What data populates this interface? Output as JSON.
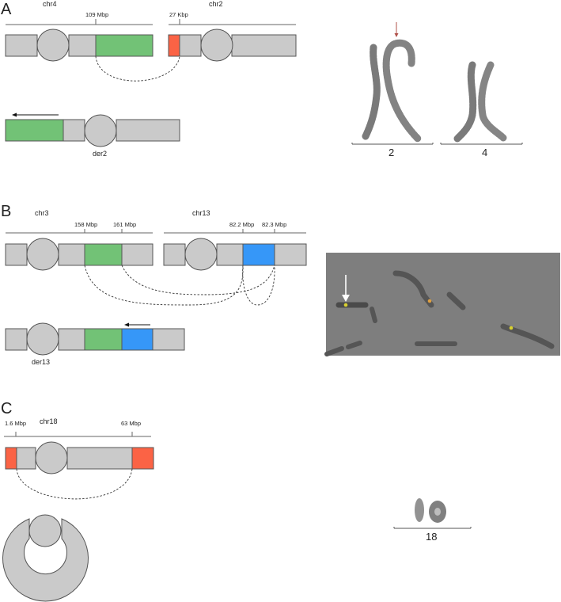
{
  "colors": {
    "segment_gray": "#cacaca",
    "green": "#72c276",
    "red": "#fb6345",
    "blue": "#3697f8",
    "fish_background": "#7e7e7e",
    "red_arrow": "#b0504a"
  },
  "panels": [
    {
      "letter": "A",
      "chromosomes": [
        {
          "name": "chr4",
          "breakpoints": [
            "109 Mbp"
          ]
        },
        {
          "name": "chr2",
          "breakpoints": [
            "27 Kbp"
          ]
        }
      ],
      "derivative": {
        "name": "der2"
      },
      "karyotype_labels": [
        "2",
        "4"
      ]
    },
    {
      "letter": "B",
      "chromosomes": [
        {
          "name": "chr3",
          "breakpoints": [
            "158 Mbp",
            "161 Mbp"
          ]
        },
        {
          "name": "chr13",
          "breakpoints": [
            "82.2 Mbp",
            "82.3 Mbp"
          ]
        }
      ],
      "derivative": {
        "name": "der13"
      }
    },
    {
      "letter": "C",
      "chromosomes": [
        {
          "name": "chr18",
          "breakpoints": [
            "1.6 Mbp",
            "63 Mbp"
          ]
        }
      ],
      "karyotype_labels": [
        "18"
      ]
    }
  ]
}
